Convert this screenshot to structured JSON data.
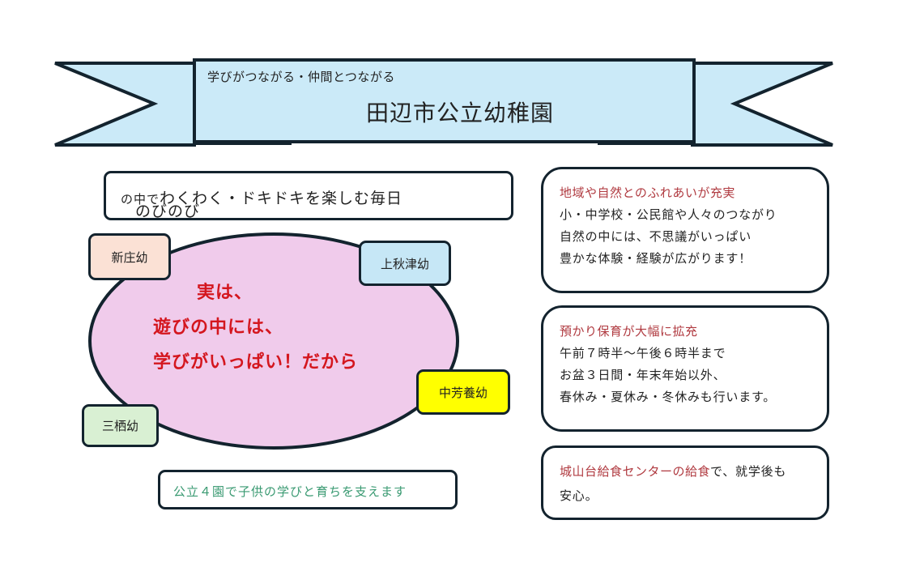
{
  "banner": {
    "subtitle": "学びがつながる・仲間とつながる",
    "title": "田辺市公立幼稚園",
    "fill_color": "#cbeaf8",
    "stroke_color": "#13232e"
  },
  "slogan": {
    "part1": "のびのび",
    "part2": "の中で",
    "part3": "わくわく・ドキドキを楽しむ毎日"
  },
  "kindergartens": [
    {
      "name": "新庄幼",
      "color": "#fbe1d5"
    },
    {
      "name": "上秋津幼",
      "color": "#c6e7f6"
    },
    {
      "name": "中芳養幼",
      "color": "#ffff00"
    },
    {
      "name": "三栖幼",
      "color": "#d9f0d3"
    }
  ],
  "center_message": {
    "line1": "実は、",
    "line2": "遊びの中には、",
    "line3": "学びがいっぱい！だから",
    "ellipse_color": "#f0cbeb",
    "text_color": "#d4161e"
  },
  "support_statement": "公立４園で子供の学びと育ちを支えます",
  "info_boxes": [
    {
      "heading": "地域や自然とのふれあいが充実",
      "lines": [
        "小・中学校・公民館や人々のつながり",
        "自然の中には、不思議がいっぱい",
        "豊かな体験・経験が広がります！"
      ]
    },
    {
      "heading": "預かり保育が大幅に拡充",
      "lines": [
        "午前７時半～午後６時半まで",
        "お盆３日間・年末年始以外、",
        "春休み・夏休み・冬休みも行います。"
      ]
    },
    {
      "heading": "城山台給食センターの給食",
      "heading_suffix": "で、就学後も",
      "lines": [
        "安心。"
      ]
    }
  ]
}
